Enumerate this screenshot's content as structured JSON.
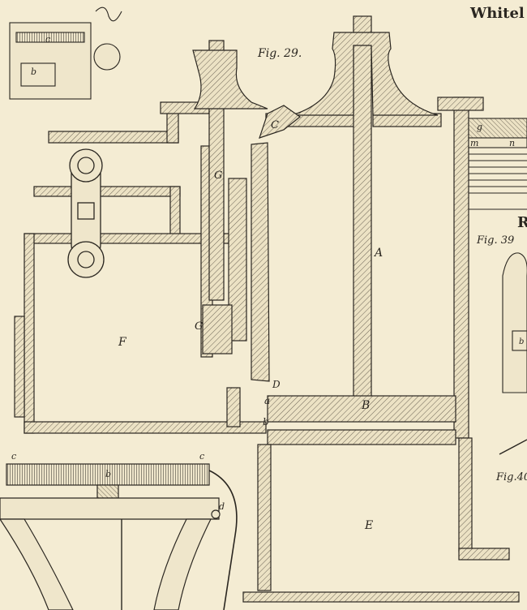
{
  "header": {
    "title": "Whitel"
  },
  "figures": {
    "fig29": "Fig. 29.",
    "fig39": "Fig. 39",
    "fig40": "Fig.40"
  },
  "labels": {
    "A": "A",
    "B": "B",
    "C": "C",
    "D": "D",
    "E": "E",
    "F": "F",
    "G_upper": "G",
    "G_lower": "G",
    "a": "a",
    "b": "b",
    "g": "g",
    "m": "m",
    "n": "n",
    "R_partial": "R",
    "inset_c": "c",
    "inset_b": "b",
    "lower_c_left": "c",
    "lower_c_right": "c",
    "lower_b": "b",
    "lower_d": "d",
    "fig39_b": "b"
  },
  "colors": {
    "paper": "#f4ecd3",
    "ink": "#2a2620",
    "hatch": "#6b6355"
  }
}
